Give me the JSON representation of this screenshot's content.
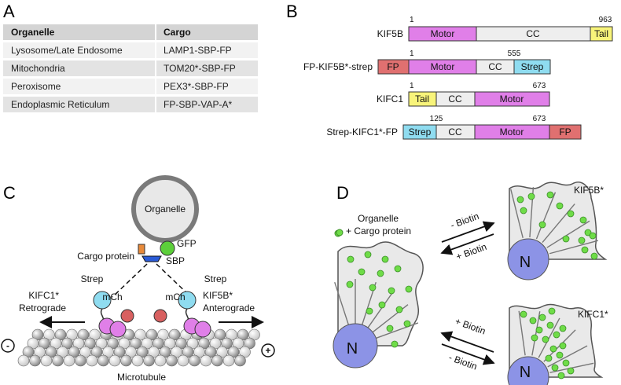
{
  "panels": {
    "a": "A",
    "b": "B",
    "c": "C",
    "d": "D"
  },
  "table": {
    "headers": [
      "Organelle",
      "Cargo"
    ],
    "rows": [
      [
        "Lysosome/Late Endosome",
        "LAMP1-SBP-FP"
      ],
      [
        "Mitochondria",
        "TOM20*-SBP-FP"
      ],
      [
        "Peroxisome",
        "PEX3*-SBP-FP"
      ],
      [
        "Endoplasmic Reticulum",
        "FP-SBP-VAP-A*"
      ]
    ]
  },
  "constructs": [
    {
      "name": "KIF5B",
      "start": "1",
      "end": "963",
      "domains": [
        "Motor",
        "CC",
        "Tail"
      ]
    },
    {
      "name": "FP-KIF5B*-strep",
      "start": "1",
      "end": "555",
      "domains": [
        "FP",
        "Motor",
        "CC",
        "Strep"
      ]
    },
    {
      "name": "KIFC1",
      "start": "1",
      "end": "673",
      "domains": [
        "Tail",
        "CC",
        "Motor"
      ]
    },
    {
      "name": "Strep-KIFC1*-FP",
      "start": "125",
      "end": "673",
      "domains": [
        "Strep",
        "CC",
        "Motor",
        "FP"
      ]
    }
  ],
  "domain_colors": {
    "Motor": "#e07fe8",
    "CC": "#eeeeee",
    "Tail": "#f8f47a",
    "FP": "#e07070",
    "Strep": "#8fdcf0"
  },
  "schematic": {
    "organelle": "Organelle",
    "gfp": "GFP",
    "cargo_protein": "Cargo protein",
    "sbp": "SBP",
    "strep_left": "Strep",
    "strep_right": "Strep",
    "mch_left": "mCh",
    "mch_right": "mCh",
    "kifc1": "KIFC1*",
    "retrograde": "Retrograde",
    "kif5b": "KIF5B*",
    "anterograde": "Anterograde",
    "minus": "-",
    "plus": "+",
    "microtubule": "Microtubule"
  },
  "cells": {
    "organelle": "Organelle",
    "cargo": "+ Cargo protein",
    "nucleus": "N",
    "kif5b": "KIF5B*",
    "kifc1": "KIFC1*",
    "minus_biotin_top": "- Biotin",
    "plus_biotin_top": "+ Biotin",
    "plus_biotin_bottom": "+ Biotin",
    "minus_biotin_bottom": "- Biotin"
  }
}
